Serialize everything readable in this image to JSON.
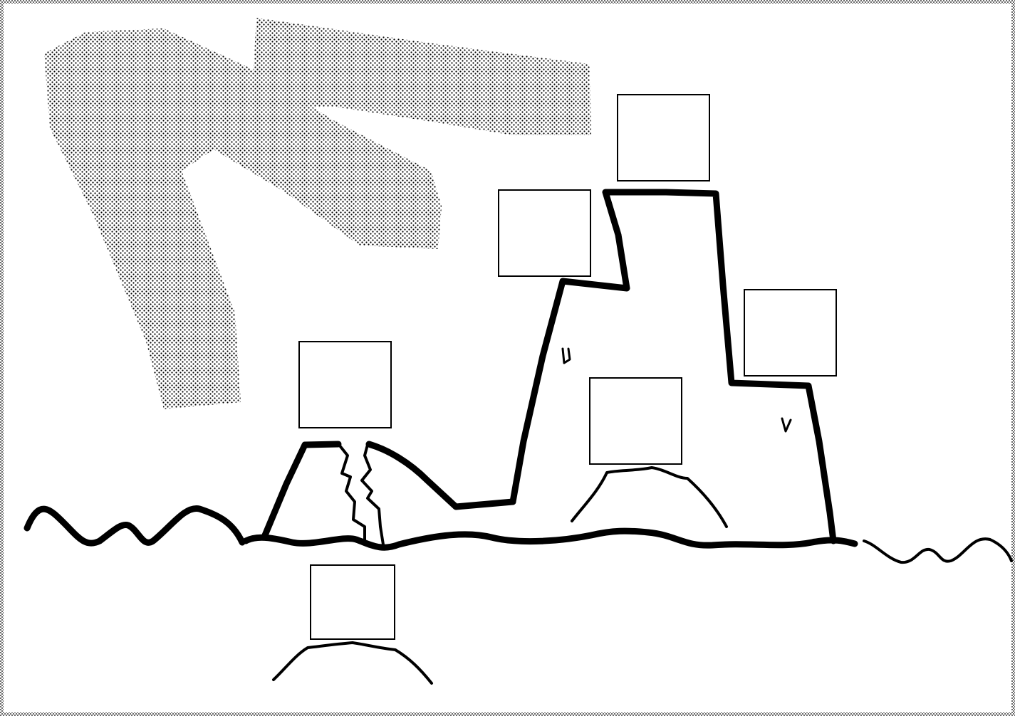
{
  "diagram": {
    "label_boxes": [
      {
        "id": "box-top-right-peak",
        "text": ""
      },
      {
        "id": "box-left-peak",
        "text": ""
      },
      {
        "id": "box-right-slope",
        "text": ""
      },
      {
        "id": "box-center-mound",
        "text": ""
      },
      {
        "id": "box-cracked-rock",
        "text": ""
      },
      {
        "id": "box-bottom-mound",
        "text": ""
      }
    ]
  },
  "colors": {
    "line": "#000000",
    "background": "#ffffff",
    "shading": "#000000",
    "border": "#000000"
  }
}
